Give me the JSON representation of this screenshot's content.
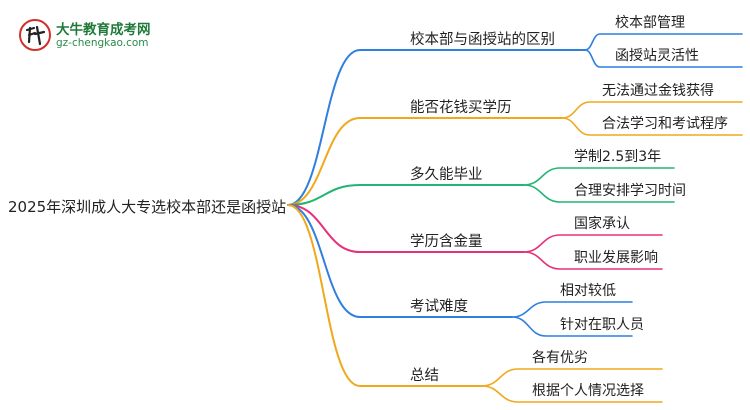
{
  "logo": {
    "title": "大牛教育成考网",
    "url": "gz-chengkao.com"
  },
  "root": "2025年深圳成人大专选校本部还是函授站",
  "branches": [
    {
      "label": "校本部与函授站的区别",
      "color": "#2f7fe0",
      "leaves": [
        "校本部管理",
        "函授站灵活性"
      ]
    },
    {
      "label": "能否花钱买学历",
      "color": "#f0a81c",
      "leaves": [
        "无法通过金钱获得",
        "合法学习和考试程序"
      ]
    },
    {
      "label": "多久能毕业",
      "color": "#22b573",
      "leaves": [
        "学制2.5到3年",
        "合理安排学习时间"
      ]
    },
    {
      "label": "学历含金量",
      "color": "#e8307a",
      "leaves": [
        "国家承认",
        "职业发展影响"
      ]
    },
    {
      "label": "考试难度",
      "color": "#2f7fe0",
      "leaves": [
        "相对较低",
        "针对在职人员"
      ]
    },
    {
      "label": "总结",
      "color": "#f0a81c",
      "leaves": [
        "各有优劣",
        "根据个人情况选择"
      ]
    }
  ]
}
